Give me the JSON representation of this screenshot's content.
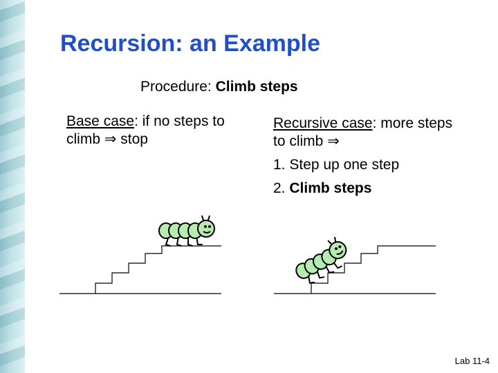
{
  "slide": {
    "title": "Recursion: an Example",
    "procedure_prefix": "Procedure: ",
    "procedure_name": "Climb steps",
    "base_case": {
      "label": "Base case",
      "text": ": if no steps to climb ",
      "arrow": "⇒",
      "result": " stop"
    },
    "recursive_case": {
      "label": "Recursive case",
      "text": ": more steps to climb ",
      "arrow": "⇒",
      "step1": "1. Step up one step",
      "step2_number": "2. ",
      "step2_name": "Climb steps"
    },
    "footer": "Lab 11-4"
  },
  "colors": {
    "title": "#1f50c8",
    "caterpillar_body": "#b6ecb0",
    "side_strip": "#b7dde3"
  }
}
